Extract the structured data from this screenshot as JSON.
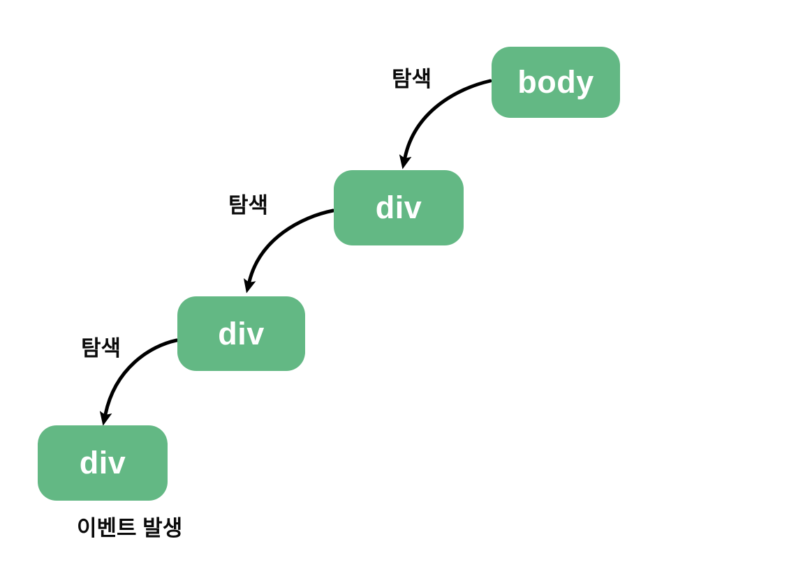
{
  "diagram": {
    "colors": {
      "background": "#ffffff",
      "node_fill": "#63b884",
      "node_text": "#ffffff",
      "arrow": "#000000",
      "label_text": "#0a0a0a"
    },
    "nodes": [
      {
        "id": "body",
        "label": "body"
      },
      {
        "id": "div-1",
        "label": "div"
      },
      {
        "id": "div-2",
        "label": "div"
      },
      {
        "id": "div-3",
        "label": "div"
      }
    ],
    "edges": [
      {
        "from": "body",
        "to": "div-1",
        "label": "탐색"
      },
      {
        "from": "div-1",
        "to": "div-2",
        "label": "탐색"
      },
      {
        "from": "div-2",
        "to": "div-3",
        "label": "탐색"
      }
    ],
    "caption": "이벤트 발생"
  }
}
